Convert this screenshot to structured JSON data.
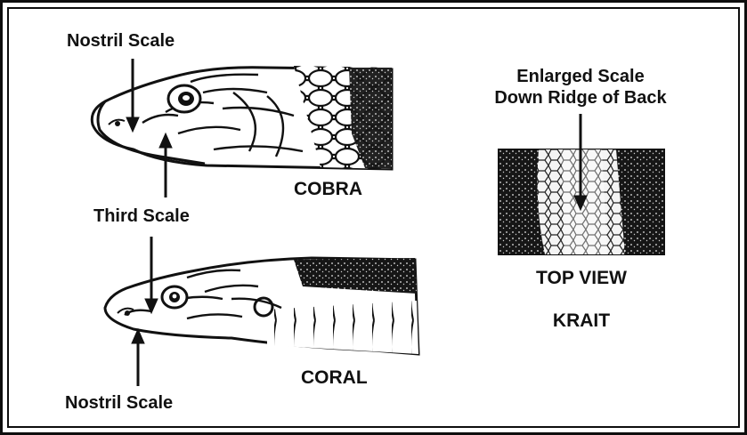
{
  "colors": {
    "ink": "#111111",
    "paper": "#ffffff",
    "frame": "#0e0e0e"
  },
  "labels": {
    "cobra_nostril": "Nostril Scale",
    "third_scale": "Third Scale",
    "coral_nostril": "Nostril Scale",
    "cobra": "COBRA",
    "coral": "CORAL",
    "krait_callout_1": "Enlarged Scale",
    "krait_callout_2": "Down Ridge of Back",
    "top_view": "TOP VIEW",
    "krait": "KRAIT"
  }
}
